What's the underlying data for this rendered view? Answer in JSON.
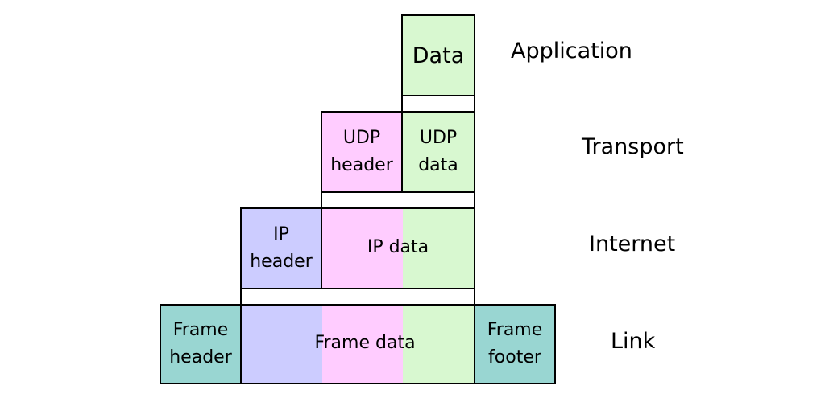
{
  "layers": {
    "application": "Application",
    "transport": "Transport",
    "internet": "Internet",
    "link": "Link"
  },
  "blocks": {
    "data": "Data",
    "udp_header": "UDP\nheader",
    "udp_data": "UDP\ndata",
    "ip_header": "IP\nheader",
    "ip_data": "IP data",
    "frame_header": "Frame\nheader",
    "frame_data": "Frame data",
    "frame_footer": "Frame\nfooter"
  },
  "colors": {
    "application_data": "#d8f8d0",
    "udp_header": "#ffccff",
    "ip_header": "#ccccff",
    "frame_header_footer": "#99d6d2"
  }
}
